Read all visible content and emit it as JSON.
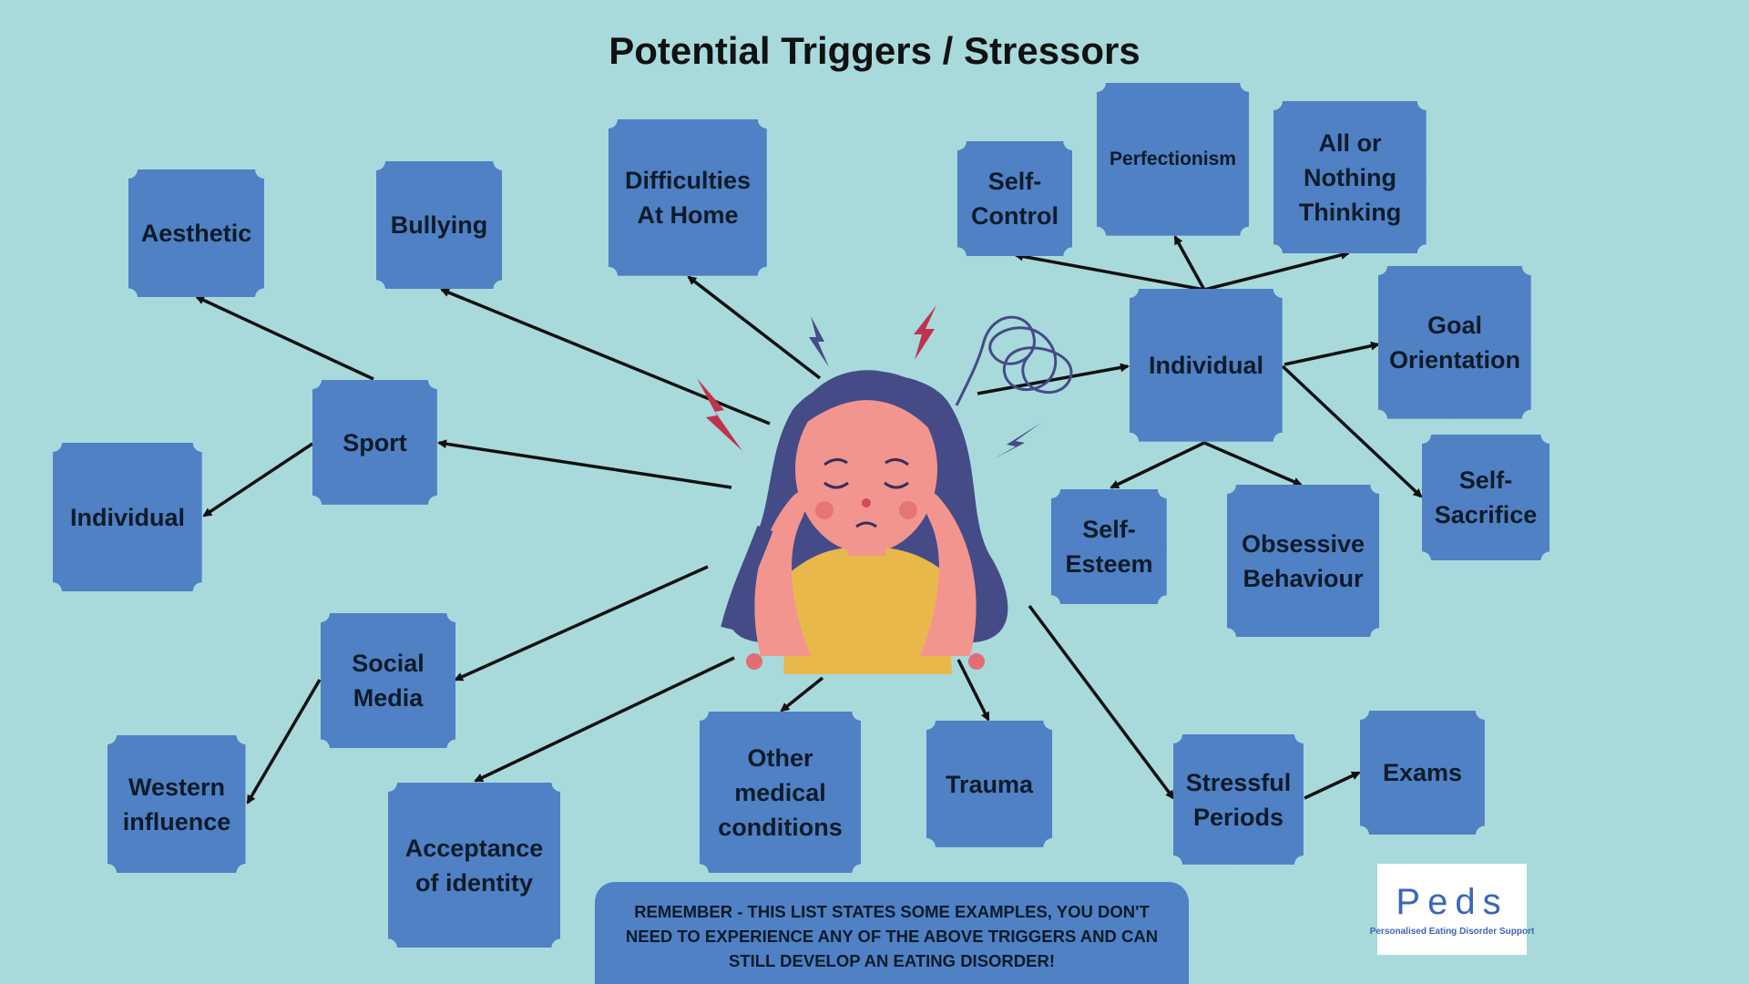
{
  "title": "Potential Triggers / Stressors",
  "colors": {
    "background": "#a8dadc",
    "box": "#4f81c4",
    "hair": "#454b86",
    "skin": "#f2958e",
    "shirt": "#e8b94a",
    "bolt_red": "#c0334d",
    "bolt_blue": "#454b86"
  },
  "nodes": {
    "aesthetic": "Aesthetic",
    "bullying": "Bullying",
    "difficulties_at_home": "Difficulties At Home",
    "self_control": "Self-Control",
    "perfectionism": "Perfectionism",
    "all_or_nothing": "All or Nothing Thinking",
    "individual_right": "Individual",
    "goal_orientation": "Goal Orientation",
    "sport": "Sport",
    "individual_left": "Individual",
    "self_esteem": "Self-Esteem",
    "obsessive_behaviour": "Obsessive Behaviour",
    "self_sacrifice": "Self-Sacrifice",
    "social_media": "Social Media",
    "western_influence": "Western influence",
    "acceptance_of_identity": "Acceptance  of  identity",
    "other_medical_conditions": "Other medical conditions",
    "trauma": "Trauma",
    "stressful_periods": "Stressful Periods",
    "exams": "Exams"
  },
  "note": "REMEMBER - THIS LIST STATES SOME EXAMPLES, YOU DON'T NEED TO EXPERIENCE ANY OF THE ABOVE TRIGGERS AND CAN STILL DEVELOP AN EATING DISORDER!",
  "logo": {
    "wordmark": "Peds",
    "tagline": "Personalised Eating Disorder Support"
  },
  "icons": [
    "stressed-girl-illustration",
    "lightning-bolt-icon",
    "scribble-icon"
  ]
}
